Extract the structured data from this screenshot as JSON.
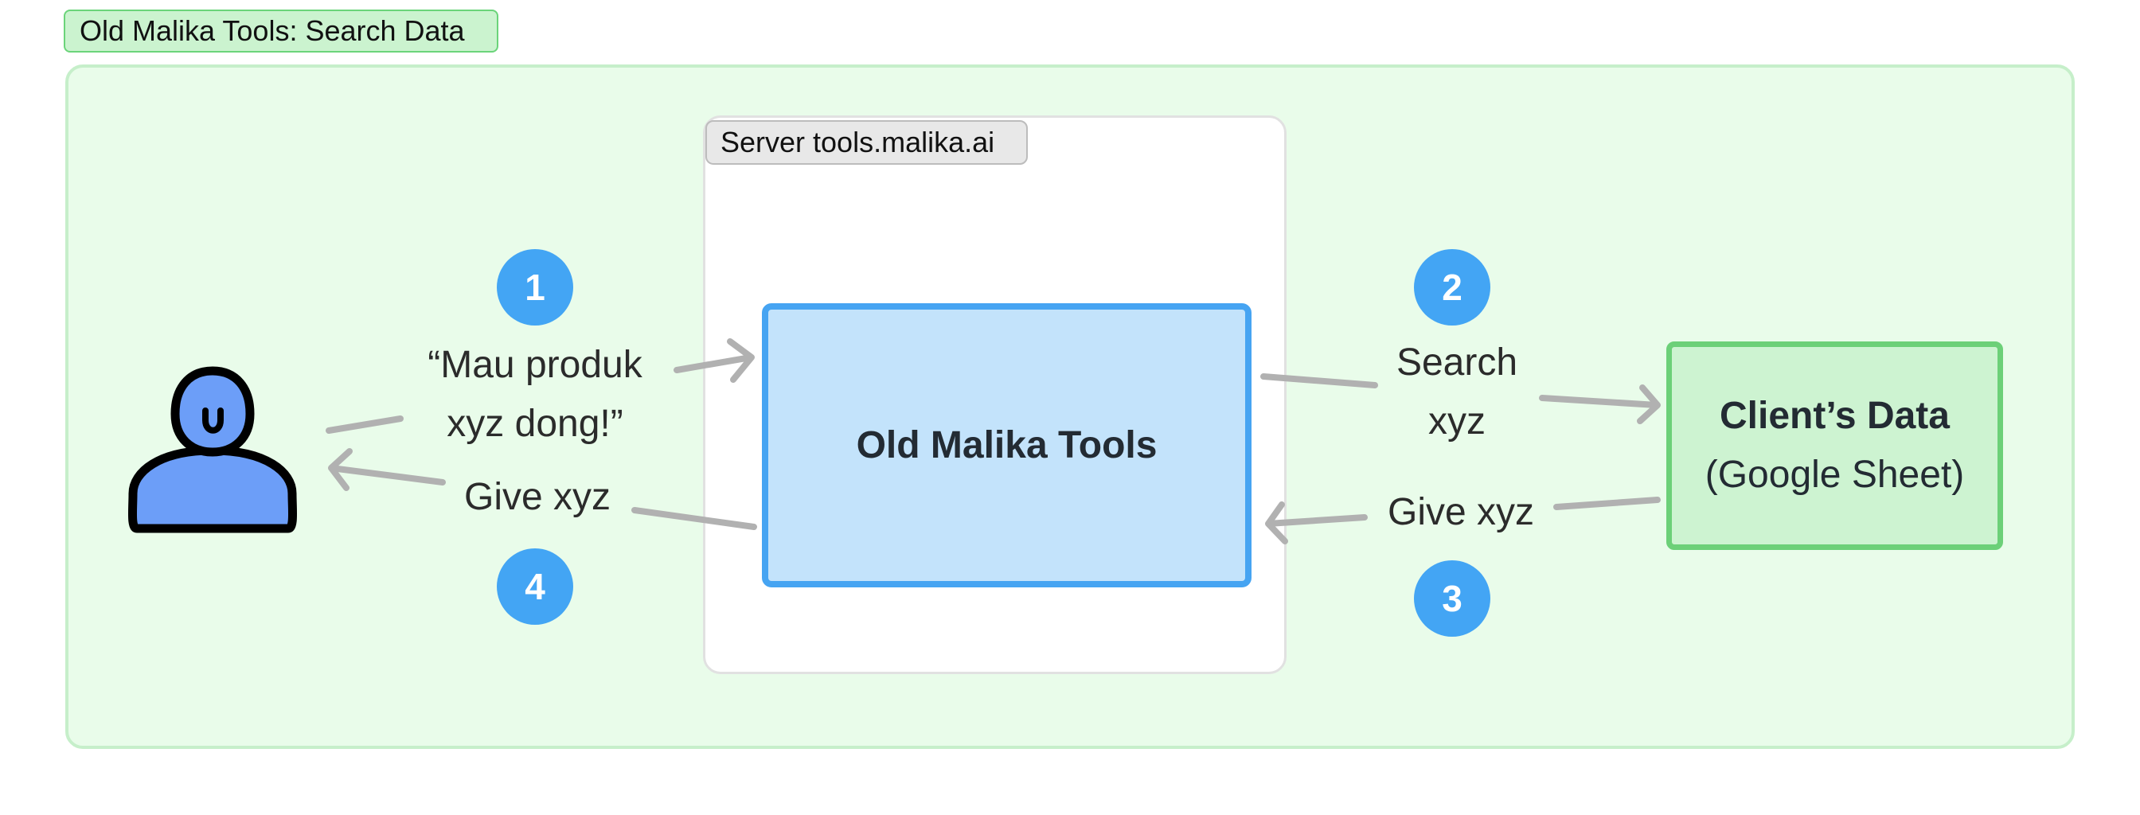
{
  "diagram": {
    "title": "Old Malika Tools: Search Data",
    "server_label": "Server tools.malika.ai",
    "tools_box_label": "Old Malika Tools",
    "client_box": {
      "title": "Client’s Data",
      "subtitle": "(Google Sheet)"
    },
    "steps": [
      {
        "number": "1",
        "lines": [
          "“Mau produk",
          "xyz dong!”"
        ]
      },
      {
        "number": "2",
        "lines": [
          "Search",
          "xyz"
        ]
      },
      {
        "number": "3",
        "lines": [
          "Give xyz"
        ]
      },
      {
        "number": "4",
        "lines": [
          "Give xyz"
        ]
      }
    ],
    "colors": {
      "outer_fill": "#e9fcea",
      "outer_border": "#c6efca",
      "tools_fill": "#c3e3fb",
      "tools_border": "#46a4f2",
      "client_fill": "#cdf3d1",
      "client_border": "#6cd078",
      "badge": "#43a5f4",
      "arrow": "#b1b1b1",
      "user_fill": "#6c9ef8"
    },
    "icons": {
      "user": "user-icon"
    }
  }
}
